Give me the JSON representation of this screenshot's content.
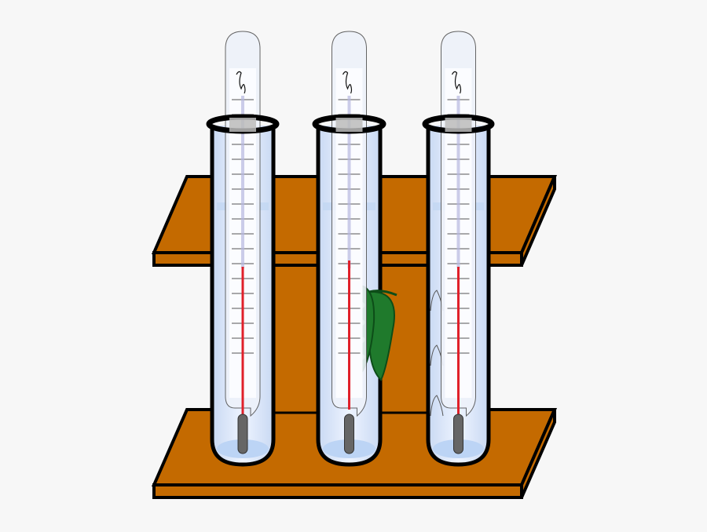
{
  "illustration": {
    "subject": "test-tube-rack-with-thermometers",
    "tube_count": 3,
    "tubes": [
      {
        "contents": "empty",
        "thermometer": true
      },
      {
        "contents": "pea-pod",
        "thermometer": true
      },
      {
        "contents": "seeds",
        "thermometer": true
      }
    ],
    "colors": {
      "background": "#f7f7f7",
      "rack_wood": "#c46a00",
      "outline": "#000000",
      "glass": "#dde8f8",
      "mercury": "#e0202a",
      "pea_pod": "#1f7a2c",
      "pea": "#9fd59a"
    }
  }
}
